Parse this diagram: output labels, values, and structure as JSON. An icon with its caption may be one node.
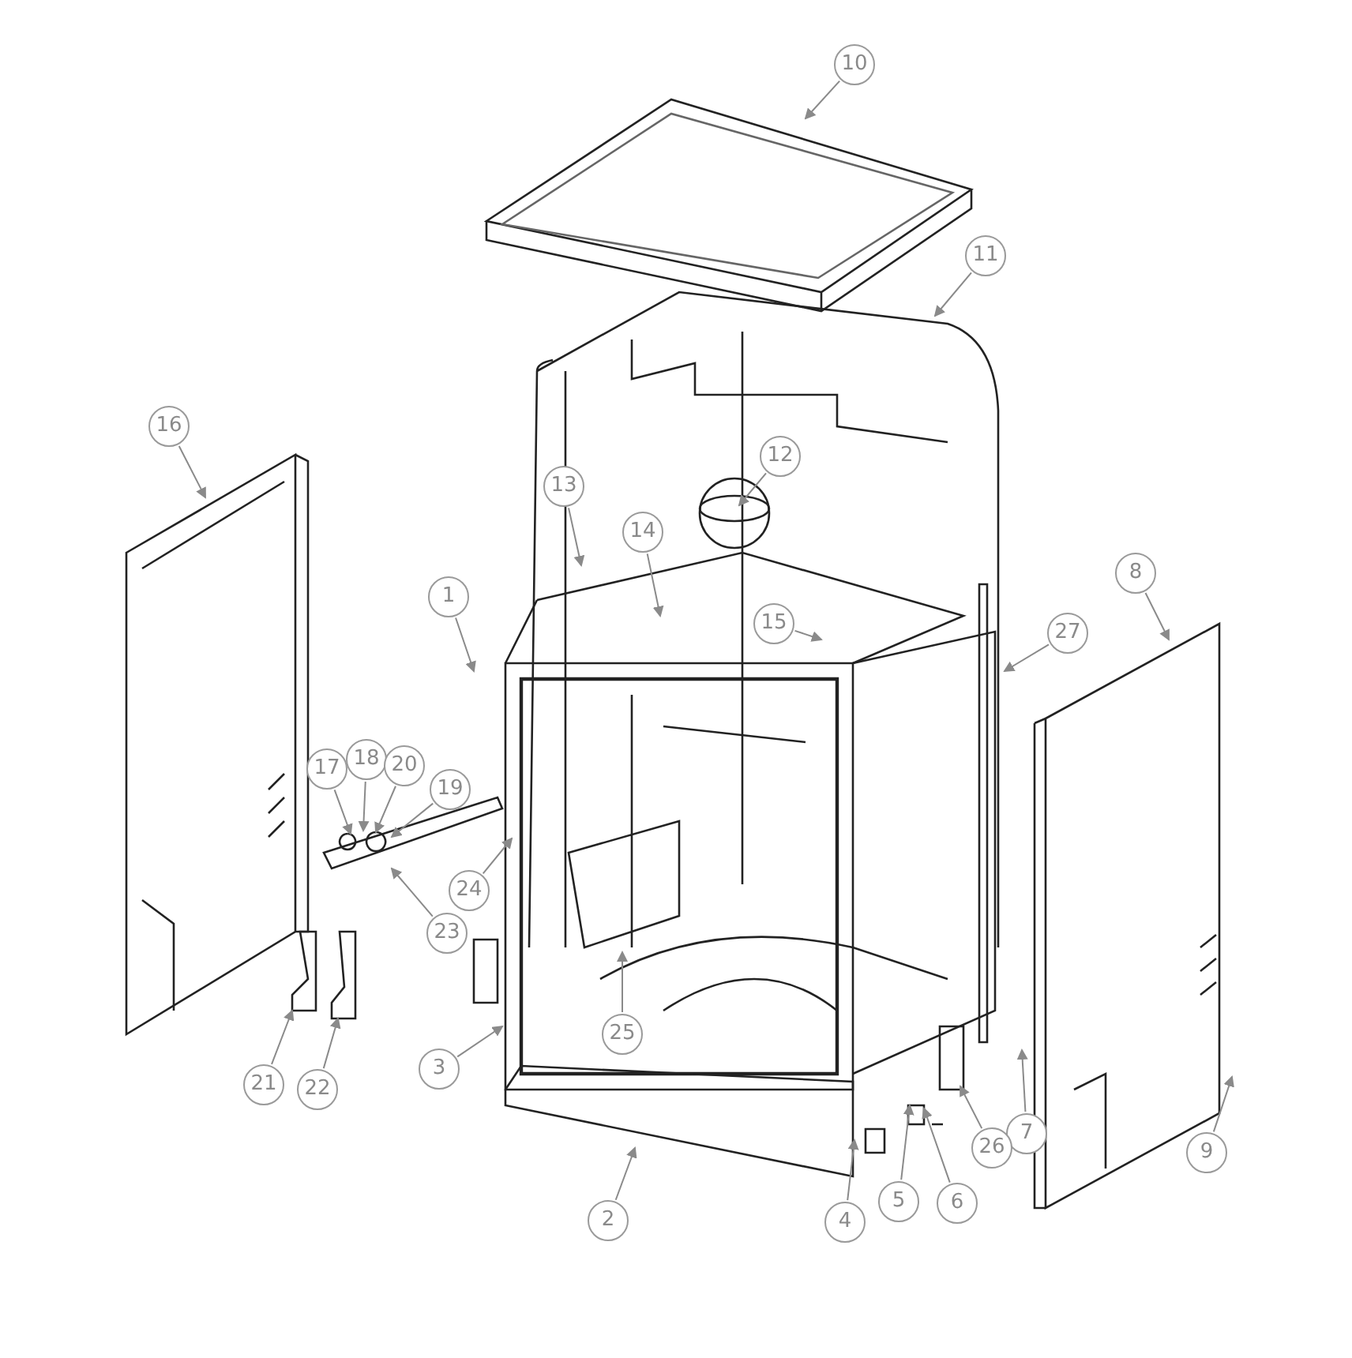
{
  "diagram": {
    "nodes": [
      {
        "text": [
          "1"
        ]
      },
      {
        "text": [
          "2"
        ]
      },
      {
        "text": [
          "3"
        ]
      },
      {
        "text": [
          "4"
        ]
      },
      {
        "text": [
          "5"
        ]
      },
      {
        "text": [
          "6"
        ]
      },
      {
        "text": [
          "7"
        ]
      },
      {
        "text": [
          "8"
        ]
      },
      {
        "text": [
          "9"
        ]
      },
      {
        "text": [
          "10"
        ]
      },
      {
        "text": [
          "11"
        ]
      },
      {
        "text": [
          "12"
        ]
      },
      {
        "text": [
          "13"
        ]
      },
      {
        "text": [
          "14"
        ]
      },
      {
        "text": [
          "15"
        ]
      },
      {
        "text": [
          "16"
        ]
      },
      {
        "text": [
          "17"
        ]
      },
      {
        "text": [
          "18"
        ]
      },
      {
        "text": [
          "19"
        ]
      },
      {
        "text": [
          "20"
        ]
      },
      {
        "text": [
          "21"
        ]
      },
      {
        "text": [
          "22"
        ]
      },
      {
        "text": [
          "23"
        ]
      },
      {
        "text": [
          "24"
        ]
      },
      {
        "text": [
          "25"
        ]
      },
      {
        "text": [
          "26"
        ]
      },
      {
        "text": [
          "27"
        ]
      }
    ],
    "edges": [
      {
        "from": 0,
        "to": null,
        "arrow": "to"
      },
      {
        "from": 1,
        "to": null,
        "arrow": "to"
      },
      {
        "from": 2,
        "to": null,
        "arrow": "to"
      },
      {
        "from": 3,
        "to": null,
        "arrow": "to"
      },
      {
        "from": 4,
        "to": null,
        "arrow": "to"
      },
      {
        "from": 5,
        "to": null,
        "arrow": "to"
      },
      {
        "from": 6,
        "to": null,
        "arrow": "to"
      },
      {
        "from": 7,
        "to": null,
        "arrow": "to"
      },
      {
        "from": 8,
        "to": null,
        "arrow": "to"
      },
      {
        "from": 9,
        "to": null,
        "arrow": "to"
      },
      {
        "from": 10,
        "to": null,
        "arrow": "to"
      },
      {
        "from": 11,
        "to": null,
        "arrow": "to"
      },
      {
        "from": 12,
        "to": null,
        "arrow": "to"
      },
      {
        "from": 13,
        "to": null,
        "arrow": "to"
      },
      {
        "from": 14,
        "to": null,
        "arrow": "to"
      },
      {
        "from": 15,
        "to": null,
        "arrow": "to"
      },
      {
        "from": 16,
        "to": null,
        "arrow": "to"
      },
      {
        "from": 17,
        "to": null,
        "arrow": "to"
      },
      {
        "from": 18,
        "to": null,
        "arrow": "to"
      },
      {
        "from": 19,
        "to": null,
        "arrow": "to"
      },
      {
        "from": 20,
        "to": null,
        "arrow": "to"
      },
      {
        "from": 21,
        "to": null,
        "arrow": "to"
      },
      {
        "from": 22,
        "to": null,
        "arrow": "to"
      },
      {
        "from": 23,
        "to": null,
        "arrow": "to"
      },
      {
        "from": 24,
        "to": null,
        "arrow": "to"
      },
      {
        "from": 25,
        "to": null,
        "arrow": "to"
      },
      {
        "from": 26,
        "to": null,
        "arrow": "to"
      }
    ]
  }
}
